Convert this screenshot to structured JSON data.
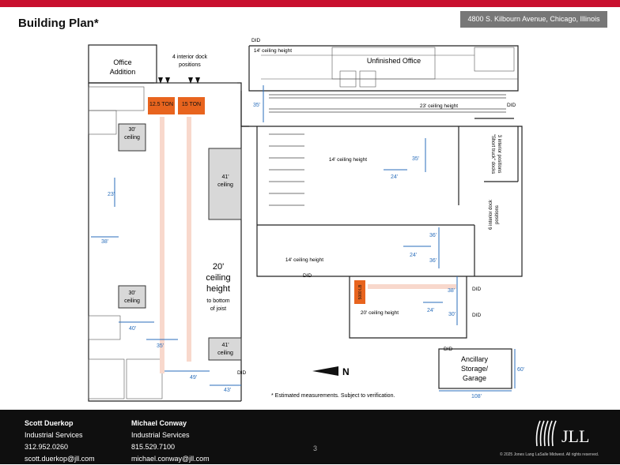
{
  "header": {
    "title": "Building Plan*",
    "address": "4800 S. Kilbourn Avenue, Chicago, Illinois",
    "brand_color": "#c8102e"
  },
  "plan": {
    "office_addition": [
      "Office",
      "Addition"
    ],
    "interior_dock_label": [
      "4 interior dock",
      "positions"
    ],
    "crane_1": "12.5 TON",
    "crane_2": "15 TON",
    "crane_color": "#e8641e",
    "unfinished_office": "Unfinished Office",
    "ceiling_14_top": "14' ceiling height",
    "ceiling_23": "23' ceiling height",
    "ceiling_30_a": [
      "30'",
      "ceiling"
    ],
    "ceiling_41_a": [
      "41'",
      "ceiling"
    ],
    "ceiling_14_mid": "14' ceiling height",
    "ceiling_14_low": "14' ceiling height",
    "ceiling_20_big": [
      "20'",
      "ceiling",
      "height"
    ],
    "ceiling_20_sub": [
      "to bottom",
      "of joist"
    ],
    "ceiling_30_b": [
      "30'",
      "ceiling"
    ],
    "ceiling_41_b": [
      "41'",
      "ceiling"
    ],
    "ceiling_20_small": "20' ceiling height",
    "short_truck": [
      "\"Short truck\" docks",
      "3 interior positions"
    ],
    "six_docks": [
      "6 interior dock",
      "positions"
    ],
    "crane_small": "5000 LB",
    "ancillary": [
      "Ancillary",
      "Storage/",
      "Garage"
    ],
    "did": "DID",
    "north": "N",
    "footnote": "* Estimated measurements.  Subject to verification.",
    "dim_color": "#2a6ebb",
    "dims": {
      "d35_top": "35'",
      "d23": "23'",
      "d38_left": "38'",
      "d40": "40'",
      "d35_bottom": "35'",
      "d49": "49'",
      "d43": "43'",
      "d24_a": "24'",
      "d35_right": "35'",
      "d36_a": "36'",
      "d24_b": "24'",
      "d36_b": "36'",
      "d38_right": "38'",
      "d24_c": "24'",
      "d30": "30'",
      "d60": "60'",
      "d108": "108'"
    }
  },
  "footer": {
    "contact1": {
      "name": "Scott Duerkop",
      "dept": "Industrial Services",
      "phone": "312.952.0260",
      "email": "scott.duerkop@jll.com"
    },
    "contact2": {
      "name": "Michael Conway",
      "dept": "Industrial Services",
      "phone": "815.529.7100",
      "email": "michael.conway@jll.com"
    },
    "page_number": "3",
    "logo_text": "JLL",
    "copyright": "© 2025 Jones Lang LaSalle Midwest. All rights reserved."
  }
}
